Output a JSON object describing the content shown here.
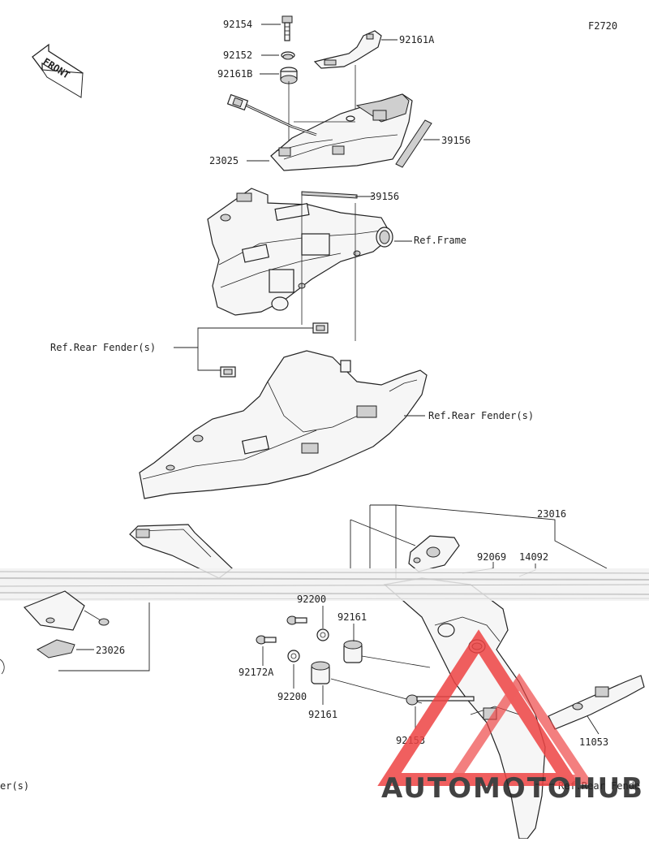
{
  "figure_code": "F2720",
  "front_label": "FRONT",
  "callouts": {
    "p92154": "92154",
    "p92152": "92152",
    "p92161B": "92161B",
    "p92161A": "92161A",
    "p39156_top": "39156",
    "p23025": "23025",
    "p39156_mid": "39156",
    "ref_frame": "Ref.Frame",
    "ref_rear_fender_left": "Ref.Rear Fender(s)",
    "ref_rear_fender_right": "Ref.Rear Fender(s)",
    "p23016": "23016",
    "p92069": "92069",
    "p14092": "14092",
    "p92200_top": "92200",
    "p92161_top": "92161",
    "p23026": "23026",
    "p92172A": "92172A",
    "p92200": "92200",
    "p92161": "92161",
    "p92153": "92153",
    "p11053": "11053",
    "ref_fender_partial_left": "er(s)",
    "ref_fender_partial_right": "Ref.Rear Fende"
  },
  "watermark": {
    "text_left": "AUTOMOTO",
    "text_right": "HUB",
    "color_primary": "#f0b27a",
    "color_secondary": "#ee4444",
    "color_dark": "#333333"
  }
}
